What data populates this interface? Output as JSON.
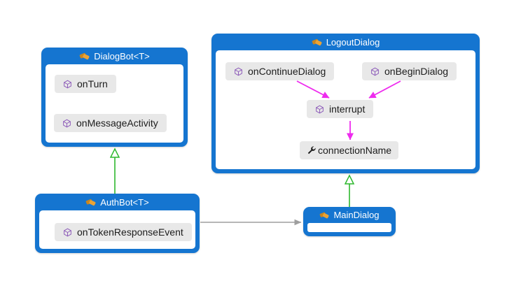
{
  "diagram": {
    "classes": [
      {
        "title": "DialogBot<T>",
        "members": [
          {
            "label": "onTurn",
            "icon": "method-icon"
          },
          {
            "label": "onMessageActivity",
            "icon": "method-icon"
          }
        ]
      },
      {
        "title": "LogoutDialog",
        "members": [
          {
            "label": "onContinueDialog",
            "icon": "method-icon"
          },
          {
            "label": "onBeginDialog",
            "icon": "method-icon"
          },
          {
            "label": "interrupt",
            "icon": "method-icon"
          },
          {
            "label": "connectionName",
            "icon": "wrench-icon"
          }
        ]
      },
      {
        "title": "AuthBot<T>",
        "members": [
          {
            "label": "onTokenResponseEvent",
            "icon": "method-icon"
          }
        ]
      },
      {
        "title": "MainDialog",
        "members": []
      }
    ],
    "relations": [
      {
        "from": "AuthBot<T>",
        "to": "DialogBot<T>",
        "type": "inheritance"
      },
      {
        "from": "MainDialog",
        "to": "LogoutDialog",
        "type": "inheritance"
      },
      {
        "from": "AuthBot<T>",
        "to": "MainDialog",
        "type": "association"
      },
      {
        "from": "onContinueDialog",
        "to": "interrupt",
        "type": "call"
      },
      {
        "from": "onBeginDialog",
        "to": "interrupt",
        "type": "call"
      },
      {
        "from": "interrupt",
        "to": "connectionName",
        "type": "call"
      }
    ],
    "colors": {
      "box_blue": "#1575d0",
      "chip_gray": "#e8e8e8",
      "inheritance_green": "#2eb82e",
      "call_magenta": "#ee2bee",
      "association_gray": "#9e9e9e",
      "class_icon_orange": "#e09a33",
      "method_icon_purple": "#8d5bb9",
      "text_dark": "#1c1c1c",
      "title_white": "#ffffff"
    }
  }
}
